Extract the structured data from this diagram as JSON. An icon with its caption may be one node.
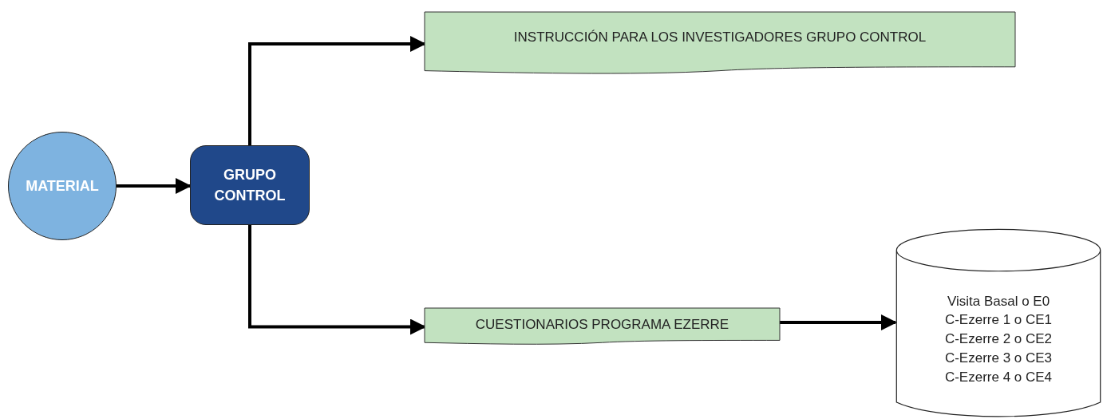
{
  "diagram": {
    "nodes": [
      {
        "text": [
          "MATERIAL"
        ]
      },
      {
        "text": [
          "GRUPO CONTROL"
        ]
      },
      {
        "text": [
          "INSTRUCCIÓN PARA LOS INVESTIGADORES GRUPO CONTROL"
        ]
      },
      {
        "text": [
          "CUESTIONARIOS PROGRAMA EZERRE"
        ]
      },
      {
        "text": [
          "Visita Basal o E0",
          "C-Ezerre 1 o CE1",
          "C-Ezerre 2 o CE2",
          "C-Ezerre 3 o CE3",
          "C-Ezerre 4 o CE4"
        ]
      }
    ],
    "edges": [
      {
        "from": 0,
        "to": 1,
        "arrow": "to"
      },
      {
        "from": 1,
        "to": 2,
        "arrow": "to"
      },
      {
        "from": 1,
        "to": 3,
        "arrow": "to"
      },
      {
        "from": 3,
        "to": 4,
        "arrow": "to"
      }
    ]
  }
}
